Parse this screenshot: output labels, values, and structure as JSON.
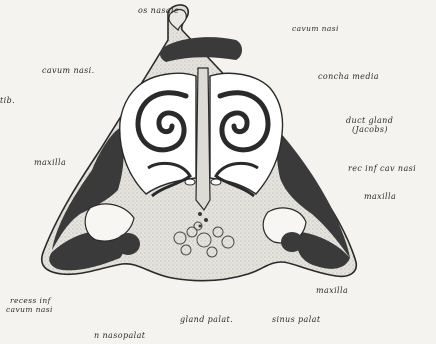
{
  "figure": {
    "labels": {
      "os_nasale": "os nasale",
      "cavum_nasi_top_right": "cavum nasi",
      "cavum_nasi_left": "cavum nasi.",
      "concha_media": "concha media",
      "tib": "tib.",
      "duct_gland_line1": "duct gland",
      "duct_gland_line2": "(Jacobs)",
      "maxilla_left": "maxilla",
      "rec_inf_cav_nasi": "rec inf cav nasi",
      "maxilla_right": "maxilla",
      "maxilla_bottom_right": "maxilla",
      "recess_inf_line1": "recess inf",
      "recess_inf_line2": "cavum nasi",
      "gland_palat": "gland palat.",
      "sinus_palat": "sinus palat",
      "n_nasopalat": "n nasopalat"
    },
    "colors": {
      "paper": "#f4f3ef",
      "bone_dark": "#3a3a3a",
      "tissue_light": "#e2e1db",
      "outline": "#2a2a2a"
    }
  }
}
